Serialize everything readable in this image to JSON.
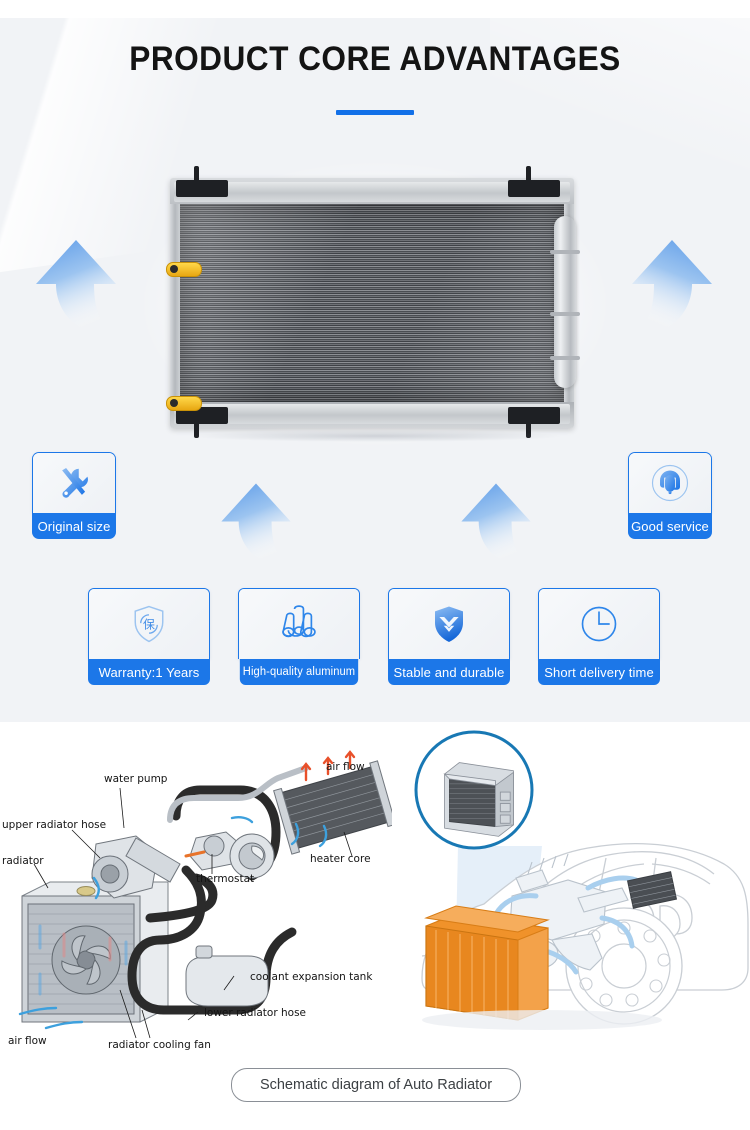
{
  "header": {
    "title": "PRODUCT CORE ADVANTAGES",
    "accent_color": "#1270e8"
  },
  "theme": {
    "blue": "#1c77e8",
    "blue_dark": "#1163c9",
    "blue_light": "#6ca8ee",
    "panel_bg": "#f1f3f6",
    "white": "#ffffff",
    "orange": "#f0922a"
  },
  "product": {
    "name": "auto-ac-condenser",
    "alt": "Aluminum auto air conditioning condenser with receiver drier"
  },
  "arrows": [
    {
      "name": "arrow-up-left",
      "direction": "up-curve-right"
    },
    {
      "name": "arrow-up-right",
      "direction": "up-curve-left"
    },
    {
      "name": "arrow-up-mid-left",
      "direction": "up-curve-right"
    },
    {
      "name": "arrow-up-mid-right",
      "direction": "up-curve-left"
    }
  ],
  "badges": {
    "corner": [
      {
        "label": "Original size",
        "icon": "wrench-screwdriver-icon"
      },
      {
        "label": "Good service",
        "icon": "headset-support-icon"
      }
    ],
    "row": [
      {
        "label": "Warranty:1 Years",
        "icon": "shield-warranty-icon"
      },
      {
        "label": "High-quality aluminum",
        "icon": "aluminum-tubes-icon"
      },
      {
        "label": "Stable and durable",
        "icon": "shield-check-icon"
      },
      {
        "label": "Short delivery time",
        "icon": "clock-icon"
      }
    ]
  },
  "schematic": {
    "caption": "Schematic diagram of Auto Radiator",
    "cooling_system_labels": [
      "water pump",
      "upper radiator hose",
      "radiator",
      "thermostat",
      "heater core",
      "air flow",
      "coolant expansion tank",
      "lower radiator hose",
      "radiator cooling fan",
      "air flow"
    ],
    "car_view": {
      "callout": "radiator-closeup-circle",
      "highlighted_part": "radiator"
    }
  }
}
